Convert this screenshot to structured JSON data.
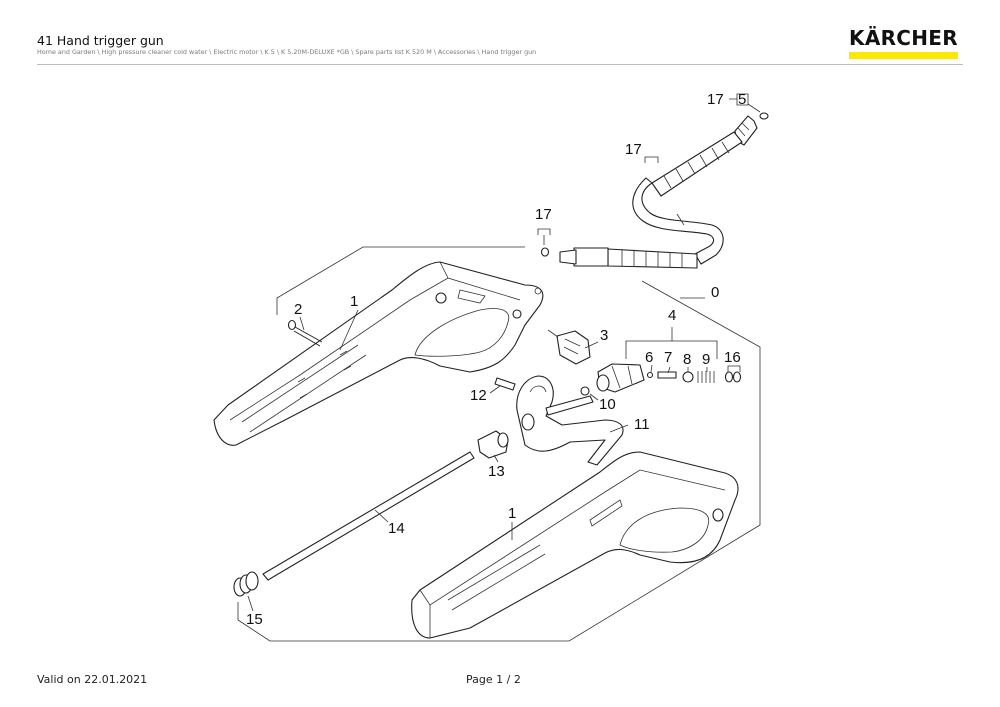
{
  "header": {
    "title": "41 Hand trigger gun",
    "breadcrumb": "Home and Garden \\ High pressure cleaner cold water \\ Electric motor \\ K 5 \\ K 5.20M-DELUXE *GB \\ Spare parts list K 520 M \\ Accessories \\ Hand trigger gun"
  },
  "brand": {
    "name": "KÄRCHER",
    "accent_color": "#fde800",
    "text_color": "#111111"
  },
  "diagram": {
    "labels": {
      "l0": "0",
      "l1a": "1",
      "l1b": "1",
      "l2": "2",
      "l3": "3",
      "l4": "4",
      "l5": "5",
      "l6": "6",
      "l7": "7",
      "l8": "8",
      "l9": "9",
      "l10": "10",
      "l11": "11",
      "l12": "12",
      "l13": "13",
      "l14": "14",
      "l15": "15",
      "l16": "16",
      "l17a": "17",
      "l17b": "17",
      "l17c": "17"
    }
  },
  "footer": {
    "valid": "Valid on 22.01.2021",
    "page": "Page 1 / 2"
  }
}
